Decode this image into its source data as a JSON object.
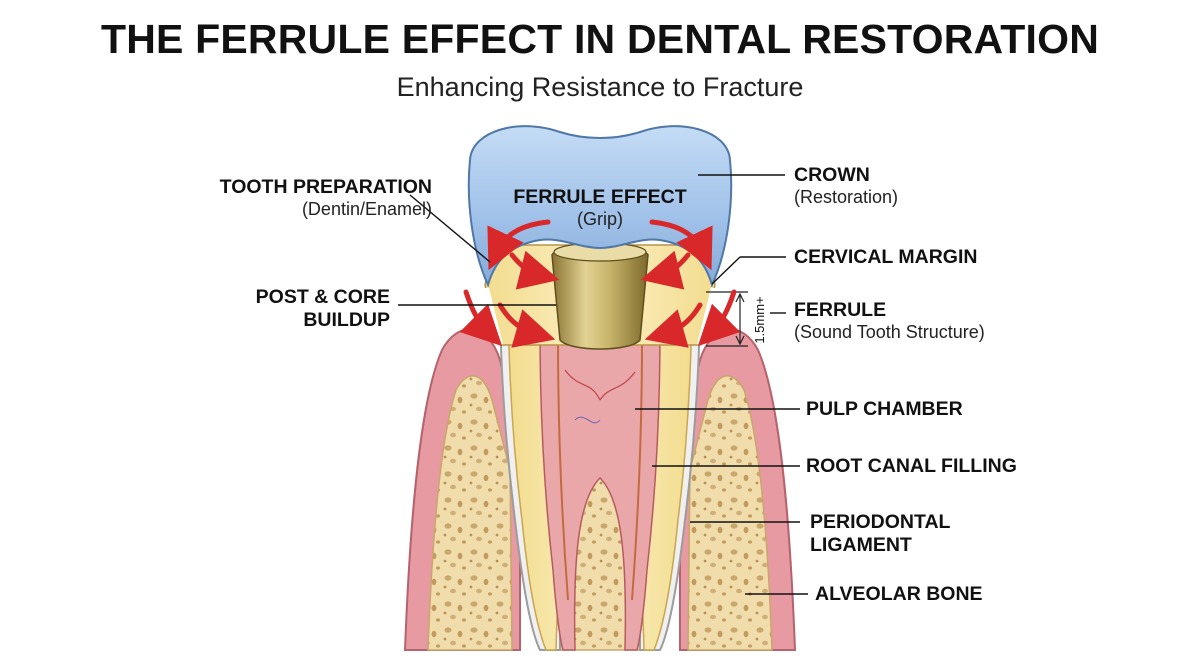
{
  "header": {
    "title": "THE FERRULE EFFECT IN DENTAL RESTORATION",
    "subtitle": "Enhancing Resistance to Fracture"
  },
  "labels": {
    "tooth_preparation": {
      "title": "TOOTH PREPARATION",
      "sub": "(Dentin/Enamel)"
    },
    "ferrule_effect": {
      "title": "FERRULE EFFECT",
      "sub": "(Grip)"
    },
    "post_core": {
      "line1": "POST & CORE",
      "line2": "BUILDUP"
    },
    "crown": {
      "title": "CROWN",
      "sub": "(Restoration)"
    },
    "cervical_margin": {
      "title": "CERVICAL MARGIN"
    },
    "ferrule": {
      "title": "FERRULE",
      "sub": "(Sound Tooth Structure)"
    },
    "pulp_chamber": {
      "title": "PULP CHAMBER"
    },
    "root_canal_filling": {
      "title": "ROOT CANAL FILLING"
    },
    "periodontal_ligament": {
      "line1": "PERIODONTAL",
      "line2": "LIGAMENT"
    },
    "alveolar_bone": {
      "title": "ALVEOLAR BONE"
    }
  },
  "measurement": "1.5mm+",
  "colors": {
    "crown": "#a9c8ec",
    "gingiva": "#e89aa2",
    "bone": "#f0dcaa",
    "dentin": "#f6e6a6",
    "pulp": "#e8a3a6",
    "post": "#b9a35c",
    "arrows": "#d8282a"
  }
}
